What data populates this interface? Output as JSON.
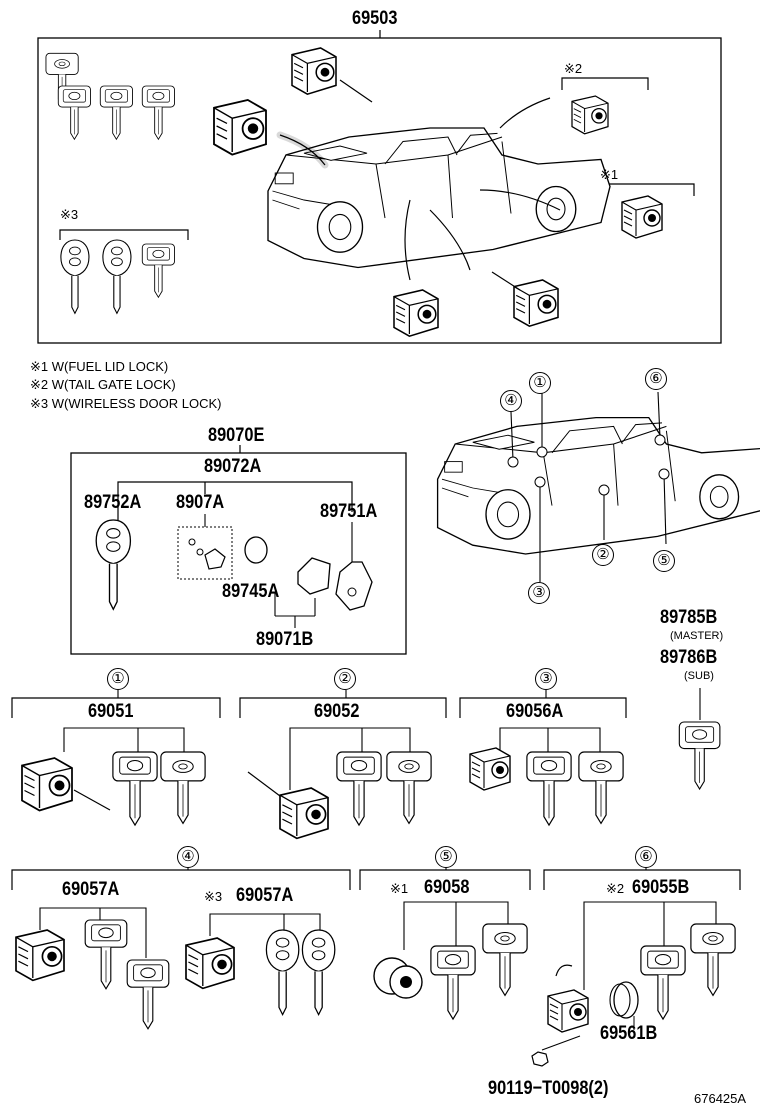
{
  "top": {
    "part_number": "69503",
    "note_fuel": "※2",
    "note_tail": "※1",
    "note_wireless": "※3"
  },
  "legend": [
    "※1 W(FUEL LID LOCK)",
    "※2 W(TAIL GATE LOCK)",
    "※3 W(WIRELESS DOOR LOCK)"
  ],
  "transmitter": {
    "assembly": "89070E",
    "sub_assembly": "89072A",
    "key_left": "89752A",
    "board": "8907A",
    "key_right": "89751A",
    "battery": "89745A",
    "case": "89071B"
  },
  "master_key": {
    "part_master": "89785B",
    "master_label": "(MASTER)",
    "part_sub": "89786B",
    "sub_label": "(SUB)"
  },
  "truck_callouts": [
    "①",
    "②",
    "③",
    "④",
    "⑤",
    "⑥"
  ],
  "groups": [
    {
      "num": "①",
      "part": "69051"
    },
    {
      "num": "②",
      "part": "69052"
    },
    {
      "num": "③",
      "part": "69056A"
    },
    {
      "num": "④",
      "part": "69057A",
      "part2": "69057A",
      "note2": "※3"
    },
    {
      "num": "⑤",
      "part": "69058",
      "note": "※1"
    },
    {
      "num": "⑥",
      "part": "69055B",
      "note": "※2"
    }
  ],
  "extra_parts": {
    "ring": "69561B",
    "nut": "90119−T0098(2)"
  },
  "figure_id": "676425A"
}
